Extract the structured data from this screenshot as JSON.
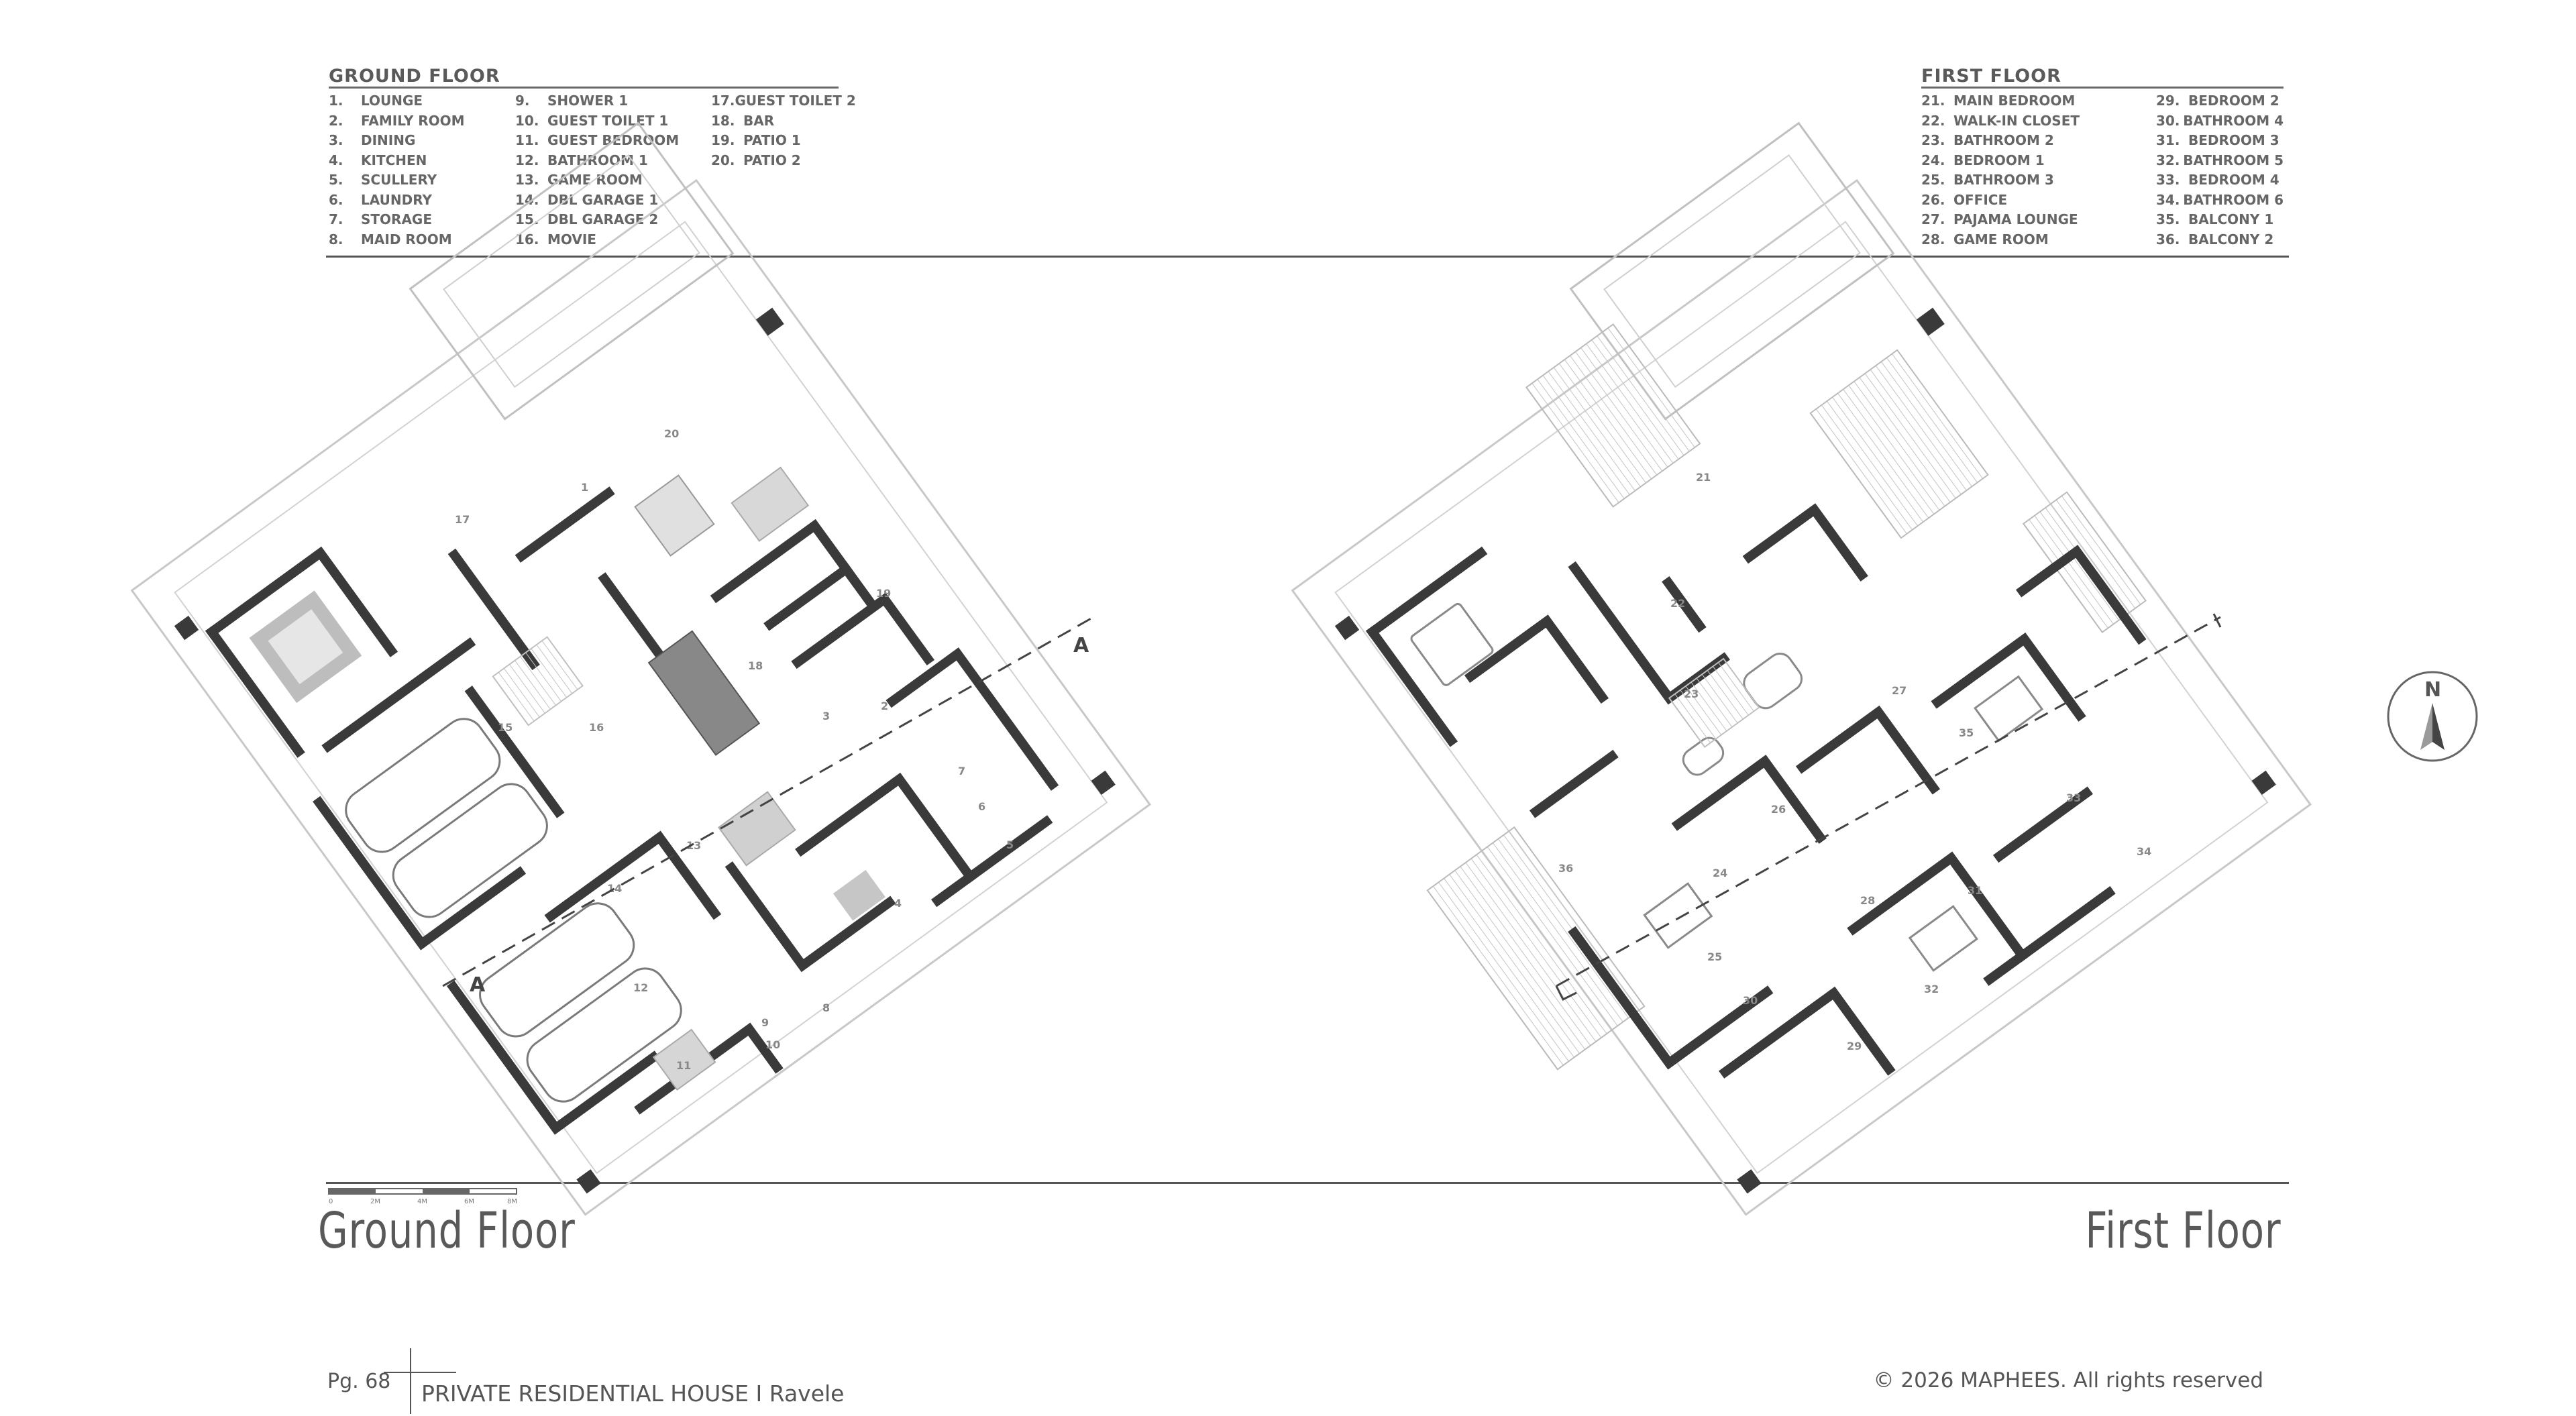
{
  "ground_legend": {
    "title": "GROUND FLOOR",
    "columns": [
      [
        {
          "num": "1.",
          "label": "LOUNGE"
        },
        {
          "num": "2.",
          "label": "FAMILY ROOM"
        },
        {
          "num": "3.",
          "label": "DINING"
        },
        {
          "num": "4.",
          "label": "KITCHEN"
        },
        {
          "num": "5.",
          "label": "SCULLERY"
        },
        {
          "num": "6.",
          "label": "LAUNDRY"
        },
        {
          "num": "7.",
          "label": "STORAGE"
        },
        {
          "num": "8.",
          "label": "MAID ROOM"
        }
      ],
      [
        {
          "num": "9.",
          "label": "SHOWER 1"
        },
        {
          "num": "10.",
          "label": "GUEST TOILET 1"
        },
        {
          "num": "11.",
          "label": "GUEST BEDROOM"
        },
        {
          "num": "12.",
          "label": "BATHROOM 1"
        },
        {
          "num": "13.",
          "label": "GAME ROOM"
        },
        {
          "num": "14.",
          "label": "DBL GARAGE 1"
        },
        {
          "num": "15.",
          "label": "DBL GARAGE 2"
        },
        {
          "num": "16.",
          "label": "MOVIE"
        }
      ],
      [
        {
          "num": "17.",
          "label": "GUEST TOILET 2"
        },
        {
          "num": "18.",
          "label": "BAR"
        },
        {
          "num": "19.",
          "label": "PATIO 1"
        },
        {
          "num": "20.",
          "label": "PATIO 2"
        }
      ]
    ]
  },
  "first_legend": {
    "title": "FIRST FLOOR",
    "columns": [
      [
        {
          "num": "21.",
          "label": "MAIN BEDROOM"
        },
        {
          "num": "22.",
          "label": "WALK-IN CLOSET"
        },
        {
          "num": "23.",
          "label": "BATHROOM 2"
        },
        {
          "num": "24.",
          "label": "BEDROOM 1"
        },
        {
          "num": "25.",
          "label": "BATHROOM 3"
        },
        {
          "num": "26.",
          "label": "OFFICE"
        },
        {
          "num": "27.",
          "label": "PAJAMA LOUNGE"
        },
        {
          "num": "28.",
          "label": "GAME ROOM"
        }
      ],
      [
        {
          "num": "29.",
          "label": "BEDROOM 2"
        },
        {
          "num": "30.",
          "label": "BATHROOM 4"
        },
        {
          "num": "31.",
          "label": "BEDROOM 3"
        },
        {
          "num": "32.",
          "label": "BATHROOM 5"
        },
        {
          "num": "33.",
          "label": "BEDROOM 4"
        },
        {
          "num": "34.",
          "label": "BATHROOM 6"
        },
        {
          "num": "35.",
          "label": "BALCONY 1"
        },
        {
          "num": "36.",
          "label": "BALCONY 2"
        }
      ]
    ]
  },
  "plans": {
    "ground_room_labels": [
      {
        "n": "20"
      },
      {
        "n": "17"
      },
      {
        "n": "1"
      },
      {
        "n": "19"
      },
      {
        "n": "18"
      },
      {
        "n": "3"
      },
      {
        "n": "2"
      },
      {
        "n": "16"
      },
      {
        "n": "15"
      },
      {
        "n": "7"
      },
      {
        "n": "6"
      },
      {
        "n": "5"
      },
      {
        "n": "13"
      },
      {
        "n": "14"
      },
      {
        "n": "4"
      },
      {
        "n": "12"
      },
      {
        "n": "8"
      },
      {
        "n": "9"
      },
      {
        "n": "10"
      },
      {
        "n": "11"
      }
    ],
    "first_room_labels": [
      {
        "n": "21"
      },
      {
        "n": "22"
      },
      {
        "n": "23"
      },
      {
        "n": "27"
      },
      {
        "n": "35"
      },
      {
        "n": "26"
      },
      {
        "n": "33"
      },
      {
        "n": "34"
      },
      {
        "n": "36"
      },
      {
        "n": "24"
      },
      {
        "n": "28"
      },
      {
        "n": "31"
      },
      {
        "n": "25"
      },
      {
        "n": "30"
      },
      {
        "n": "32"
      },
      {
        "n": "29"
      }
    ],
    "section_marker": "A",
    "compass_letter": "N"
  },
  "scale_bar": {
    "ticks": [
      "0",
      "2M",
      "4M",
      "6M",
      "8M"
    ]
  },
  "titles": {
    "ground": "Ground Floor",
    "first": "First Floor"
  },
  "footer": {
    "page": "Pg. 68",
    "project": "PRIVATE RESIDENTIAL HOUSE I Ravele",
    "copyright": "© 2026 MAPHEES. All rights reserved"
  },
  "colors": {
    "wall": "#3a3a3a",
    "thin_line": "#b5b5b5",
    "text": "#555555"
  }
}
